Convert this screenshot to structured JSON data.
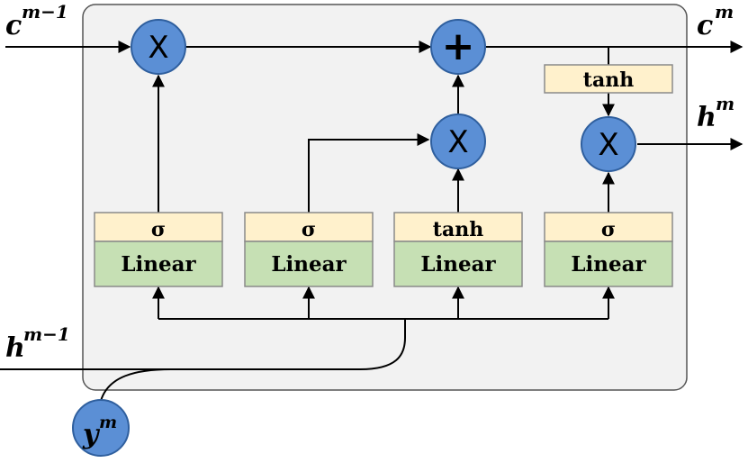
{
  "diagram": {
    "inputs": {
      "c_prev": {
        "base": "c",
        "sup": "m−1"
      },
      "h_prev": {
        "base": "h",
        "sup": "m−1"
      },
      "y": {
        "base": "y",
        "sup": "m"
      }
    },
    "outputs": {
      "c": {
        "base": "c",
        "sup": "m"
      },
      "h": {
        "base": "h",
        "sup": "m"
      }
    },
    "ops": {
      "multiply": "X",
      "add": "+"
    },
    "gates": [
      {
        "activation": "σ",
        "layer": "Linear"
      },
      {
        "activation": "σ",
        "layer": "Linear"
      },
      {
        "activation": "tanh",
        "layer": "Linear"
      },
      {
        "activation": "σ",
        "layer": "Linear"
      }
    ],
    "output_activation": "tanh"
  }
}
